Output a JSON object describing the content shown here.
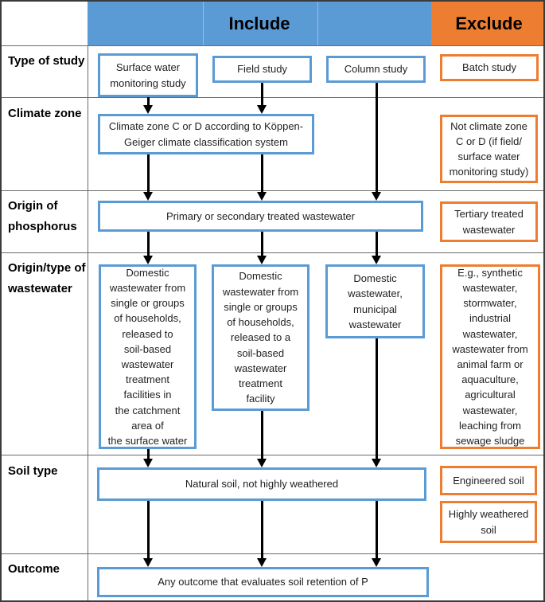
{
  "title": "Inclusion and exclusion criteria flow diagram",
  "header": {
    "include_label": "Include",
    "exclude_label": "Exclude"
  },
  "colors": {
    "include_blue": "#5B9BD5",
    "exclude_orange": "#ED7D31",
    "arrow_black": "#000000"
  },
  "rows": [
    {
      "label": "Type of study",
      "include": [
        "Surface water\nmonitoring study",
        "Field study",
        "Column study"
      ],
      "exclude": [
        "Batch study"
      ]
    },
    {
      "label": "Climate zone",
      "include": [
        "Climate zone C or D according to Köppen-\nGeiger climate classification system"
      ],
      "exclude": [
        "Not climate zone\nC or D (if field/\nsurface water\nmonitoring study)"
      ]
    },
    {
      "label": "Origin of\nphosphorus",
      "include": [
        "Primary or secondary treated wastewater"
      ],
      "exclude": [
        "Tertiary treated\nwastewater"
      ]
    },
    {
      "label": "Origin/type of\nwastewater",
      "include": [
        "Domestic\nwastewater from\nsingle or groups\nof households,\nreleased to\nsoil-based\nwastewater\ntreatment\nfacilities in\nthe catchment\narea of\nthe surface water",
        "Domestic\nwastewater from\nsingle or groups\nof households,\nreleased to a\nsoil-based\nwastewater\ntreatment\nfacility",
        "Domestic\nwastewater,\nmunicipal\nwastewater"
      ],
      "exclude": [
        "E.g., synthetic\nwastewater,\nstormwater,\nindustrial\nwastewater,\nwastewater from\nanimal farm or\naquaculture,\nagricultural\nwastewater,\nleaching from\nsewage sludge"
      ]
    },
    {
      "label": "Soil type",
      "include": [
        "Natural soil, not highly weathered"
      ],
      "exclude": [
        "Engineered soil",
        "Highly weathered\nsoil"
      ]
    },
    {
      "label": "Outcome",
      "include": [
        "Any outcome that evaluates soil retention of P"
      ],
      "exclude": []
    }
  ]
}
